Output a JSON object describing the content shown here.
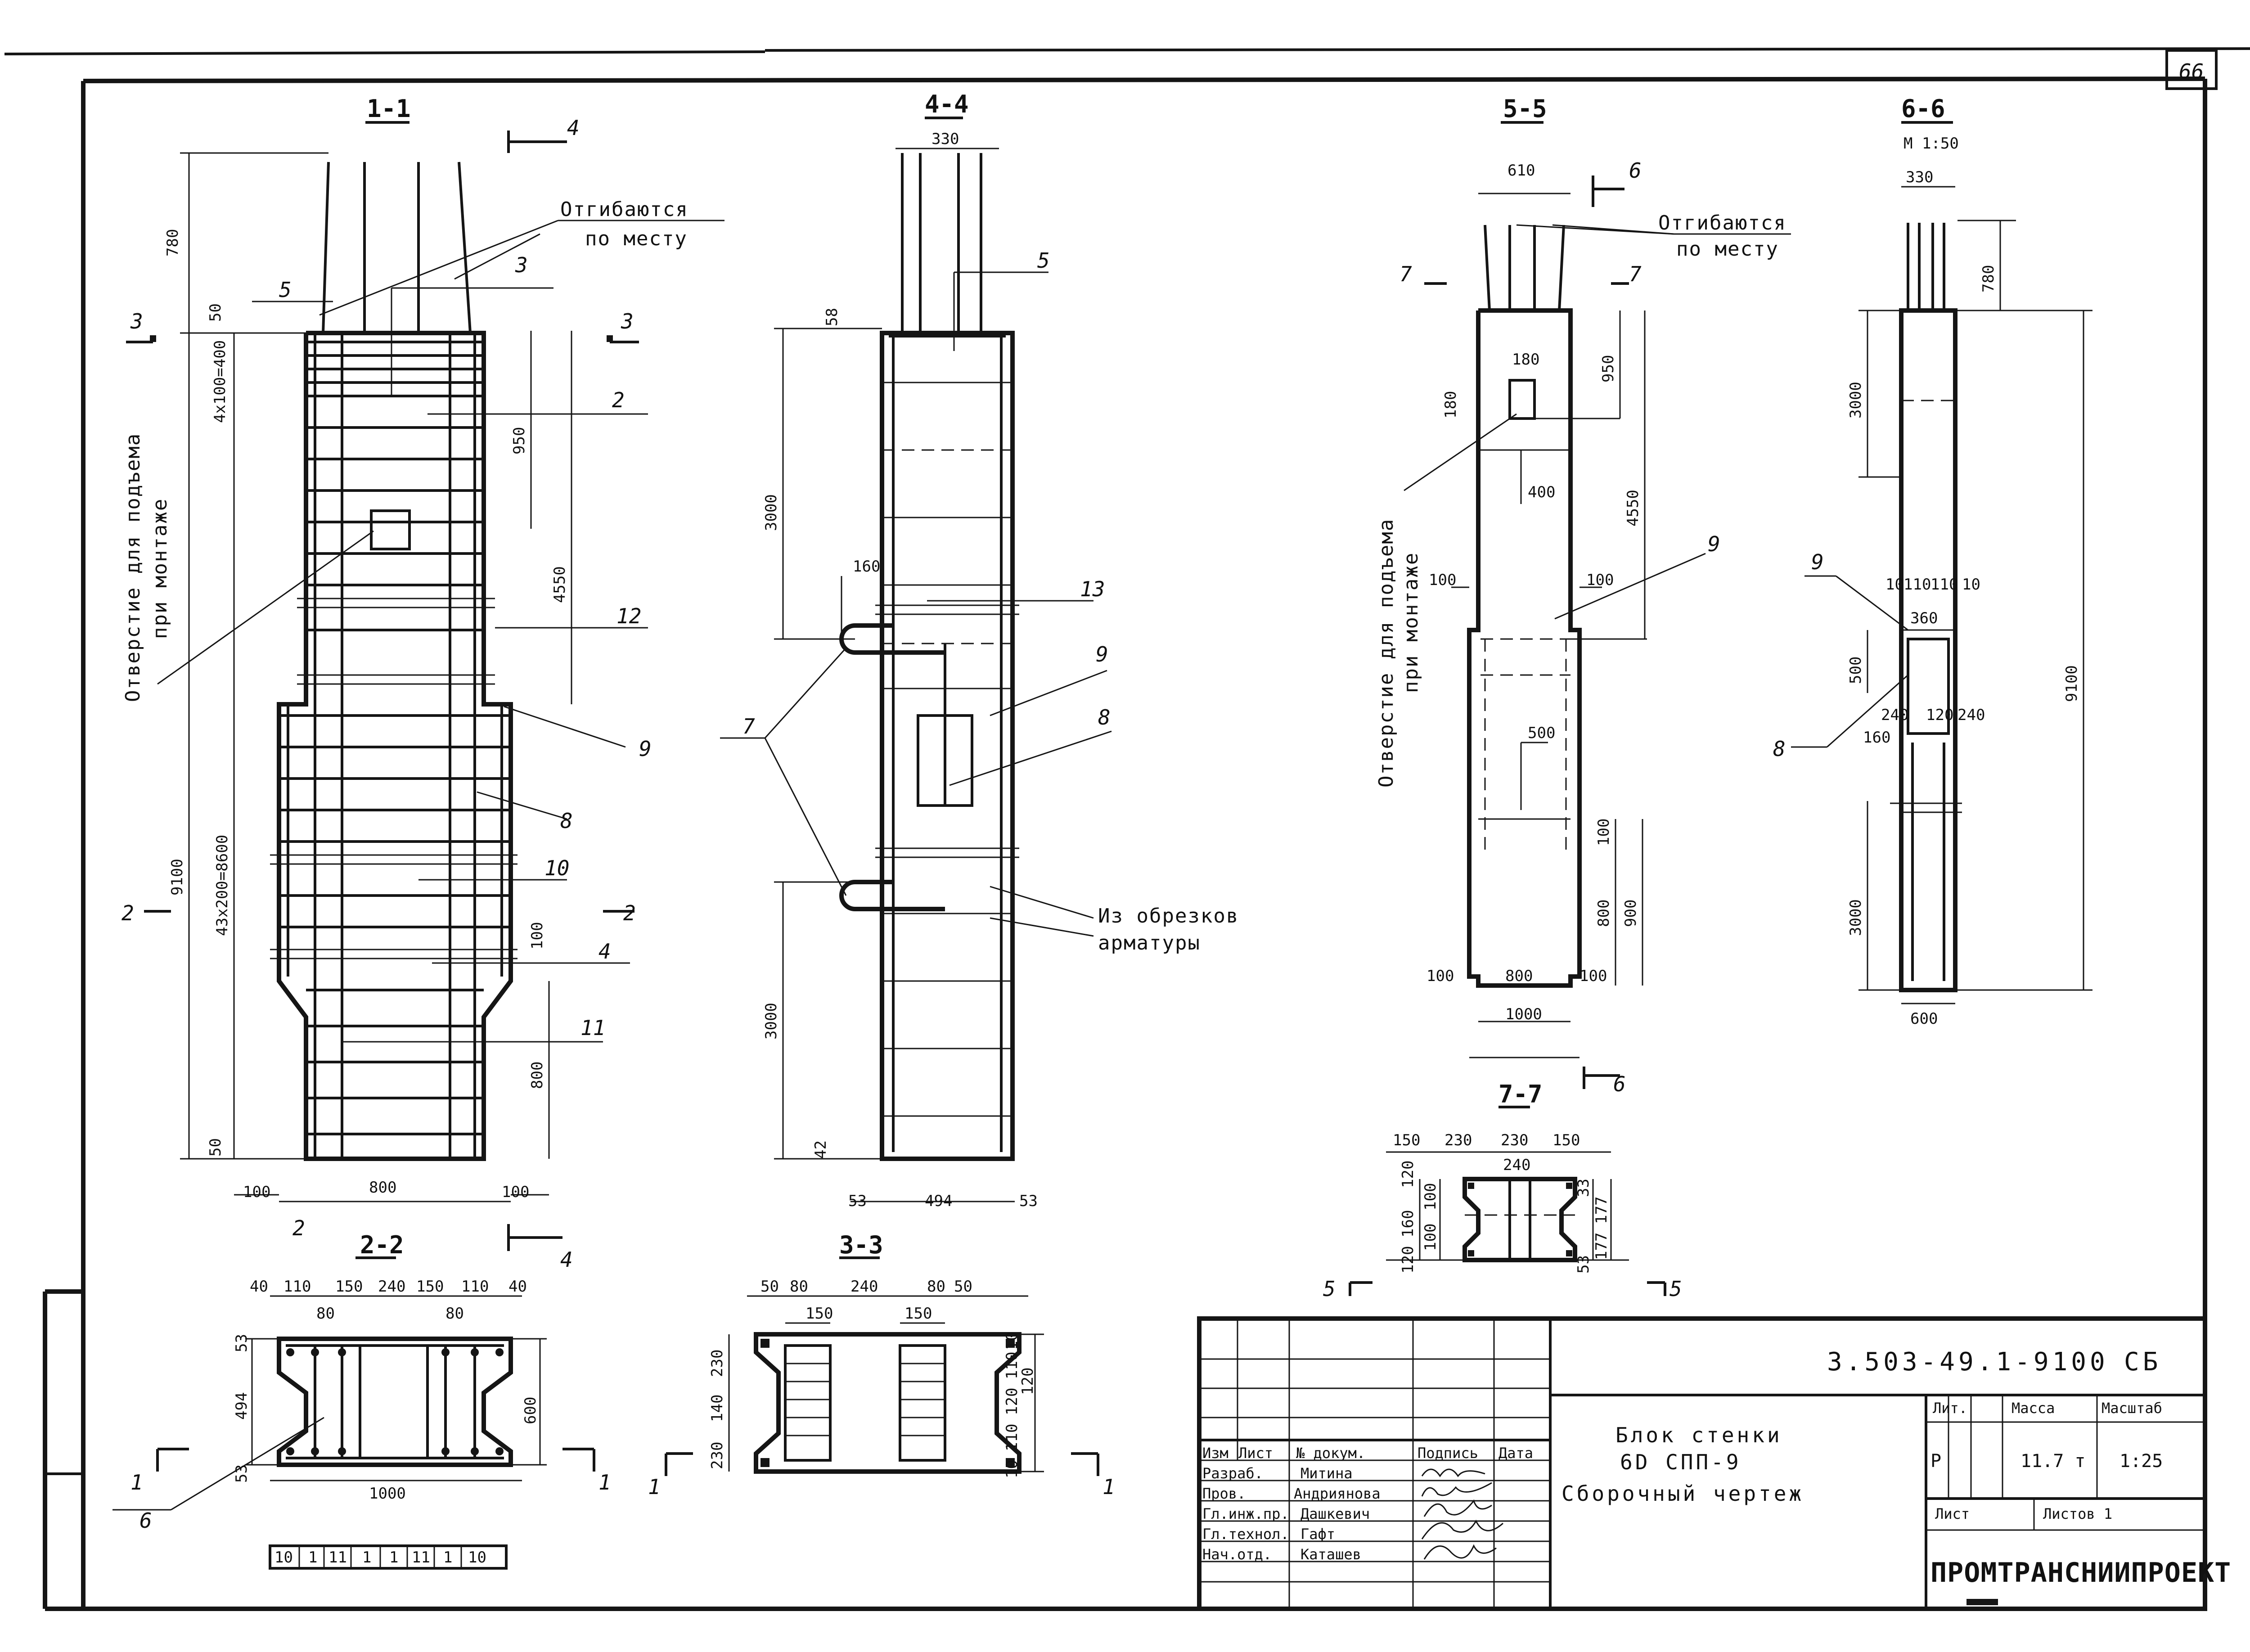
{
  "sheet": {
    "page_number": "66",
    "document_code": "3.503-49.1-9100",
    "doc_type": "СБ",
    "title_line1": "Блок стенки",
    "title_line2": "6D СПП-9",
    "title_line3": "Сборочный чертеж",
    "organization": "ПРОМТРАНСНИИПРОЕКТ",
    "lit_label": "Лит.",
    "lit_value": "Р",
    "mass_label": "Масса",
    "mass_value": "11.7 т",
    "scale_label": "Масштаб",
    "scale_value": "1:25",
    "sheet_label": "Лист",
    "sheets_label": "Листов 1"
  },
  "signatures": {
    "headers": [
      "Изм",
      "Лист",
      "№ докум.",
      "Подпись",
      "Дата"
    ],
    "rows": [
      {
        "role": "Разраб.",
        "name": "Митина"
      },
      {
        "role": "Пров.",
        "name": "Андриянова"
      },
      {
        "role": "Гл.инж.пр.",
        "name": "Дашкевич"
      },
      {
        "role": "Гл.технол.",
        "name": "Гафт"
      },
      {
        "role": "Нач.отд.",
        "name": "Каташев"
      }
    ]
  },
  "notes": {
    "bend_1": "Отгибаются",
    "bend_2": "по месту",
    "hole_1": "Отверстие для подъема",
    "hole_2": "при монтаже",
    "scraps_1": "Из обрезков",
    "scraps_2": "арматуры"
  },
  "sections": {
    "s11": {
      "title": "1-1",
      "dims": [
        "780",
        "50",
        "4x100=400",
        "950",
        "4550",
        "9100",
        "43x200=8600",
        "100",
        "800",
        "50",
        "100",
        "800",
        "100"
      ],
      "marks": [
        "5",
        "3",
        "2",
        "12",
        "9",
        "8",
        "10",
        "4",
        "11"
      ],
      "cut": [
        "3",
        "3",
        "2",
        "2",
        "4",
        "2"
      ]
    },
    "s44": {
      "title": "4-4",
      "dims": [
        "330",
        "58",
        "3000",
        "160",
        "3000",
        "42",
        "53",
        "494",
        "53"
      ],
      "marks": [
        "5",
        "13",
        "9",
        "8",
        "7"
      ]
    },
    "s55": {
      "title": "5-5",
      "dims": [
        "610",
        "180",
        "180",
        "950",
        "400",
        "4550",
        "100",
        "100",
        "500",
        "100",
        "800",
        "900",
        "100",
        "800",
        "100",
        "1000"
      ],
      "marks": [
        "9",
        "6",
        "7",
        "7",
        "6"
      ]
    },
    "s66": {
      "title": "6-6",
      "scale": "М 1:50",
      "dims": [
        "330",
        "780",
        "3000",
        "10",
        "110",
        "110",
        "10",
        "360",
        "500",
        "240",
        "120",
        "240",
        "160",
        "9100",
        "3000",
        "600"
      ],
      "marks": [
        "9",
        "8"
      ]
    },
    "s22": {
      "title": "2-2",
      "dims": [
        "40",
        "110",
        "150",
        "240",
        "150",
        "110",
        "40",
        "80",
        "80",
        "53",
        "494",
        "53",
        "600",
        "1000"
      ],
      "marks": [
        "6",
        "1",
        "1"
      ],
      "rebar_row": [
        "10",
        "1",
        "11",
        "1",
        "1",
        "11",
        "1",
        "10"
      ]
    },
    "s33": {
      "title": "3-3",
      "dims": [
        "50",
        "80",
        "240",
        "80",
        "50",
        "150",
        "150",
        "230",
        "140",
        "230",
        "10",
        "110",
        "120",
        "120",
        "110",
        "10"
      ],
      "marks": [
        "1",
        "1"
      ]
    },
    "s77": {
      "title": "7-7",
      "dims": [
        "150",
        "230",
        "230",
        "150",
        "240",
        "120",
        "100",
        "160",
        "100",
        "120",
        "33",
        "177",
        "177",
        "53"
      ],
      "marks": [
        "5",
        "5"
      ]
    }
  }
}
